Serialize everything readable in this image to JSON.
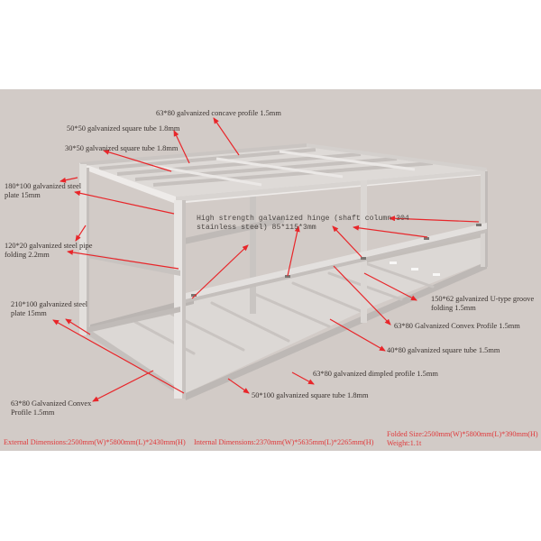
{
  "colors": {
    "background": "#d2cbc7",
    "frame": "#e6e3e1",
    "frame_shadow": "#b9b4b1",
    "arrow": "#e8262a",
    "label_text": "#3a3330",
    "spec_text": "#e0383a"
  },
  "labels": {
    "top_concave_profile": "63*80 galvanized concave profile 1.5mm",
    "square_tube_50x50": "50*50 galvanized square tube 1.8mm",
    "square_tube_30x50": "30*50 galvanized square tube 1.8mm",
    "steel_plate_180x100_line1": "180*100 galvanized steel",
    "steel_plate_180x100_line2": "plate 15mm",
    "hinge_line1": "High strength galvanized hinge (shaft column 304",
    "hinge_line2": "stainless steel) 85*115*3mm",
    "steel_pipe_120x20_line1": "120*20 galvanized steel pipe",
    "steel_pipe_120x20_line2": "folding 2.2mm",
    "steel_plate_210x100_line1": "210*100 galvanized steel",
    "steel_plate_210x100_line2": "plate 15mm",
    "u_groove_line1": "150*62 galvanized U-type groove",
    "u_groove_line2": "folding 1.5mm",
    "convex_profile_right": "63*80 Galvanized Convex Profile 1.5mm",
    "square_tube_40x80": "40*80 galvanized square tube 1.5mm",
    "dimpled_profile": "63*80 galvanized dimpled profile 1.5mm",
    "square_tube_50x100": "50*100 galvanized square tube 1.8mm",
    "convex_profile_left_line1": "63*80 Galvanized Convex",
    "convex_profile_left_line2": "Profile 1.5mm"
  },
  "specs": {
    "external_dimensions": "External Dimensions:2500mm(W)*5800mm(L)*2430mm(H)",
    "internal_dimensions": "Internal Dimensions:2370mm(W)*5635mm(L)*2265mm(H)",
    "folded_size": "Folded Size:2500mm(W)*5800mm(L)*390mm(H)",
    "weight": "Weight:1.1t"
  }
}
